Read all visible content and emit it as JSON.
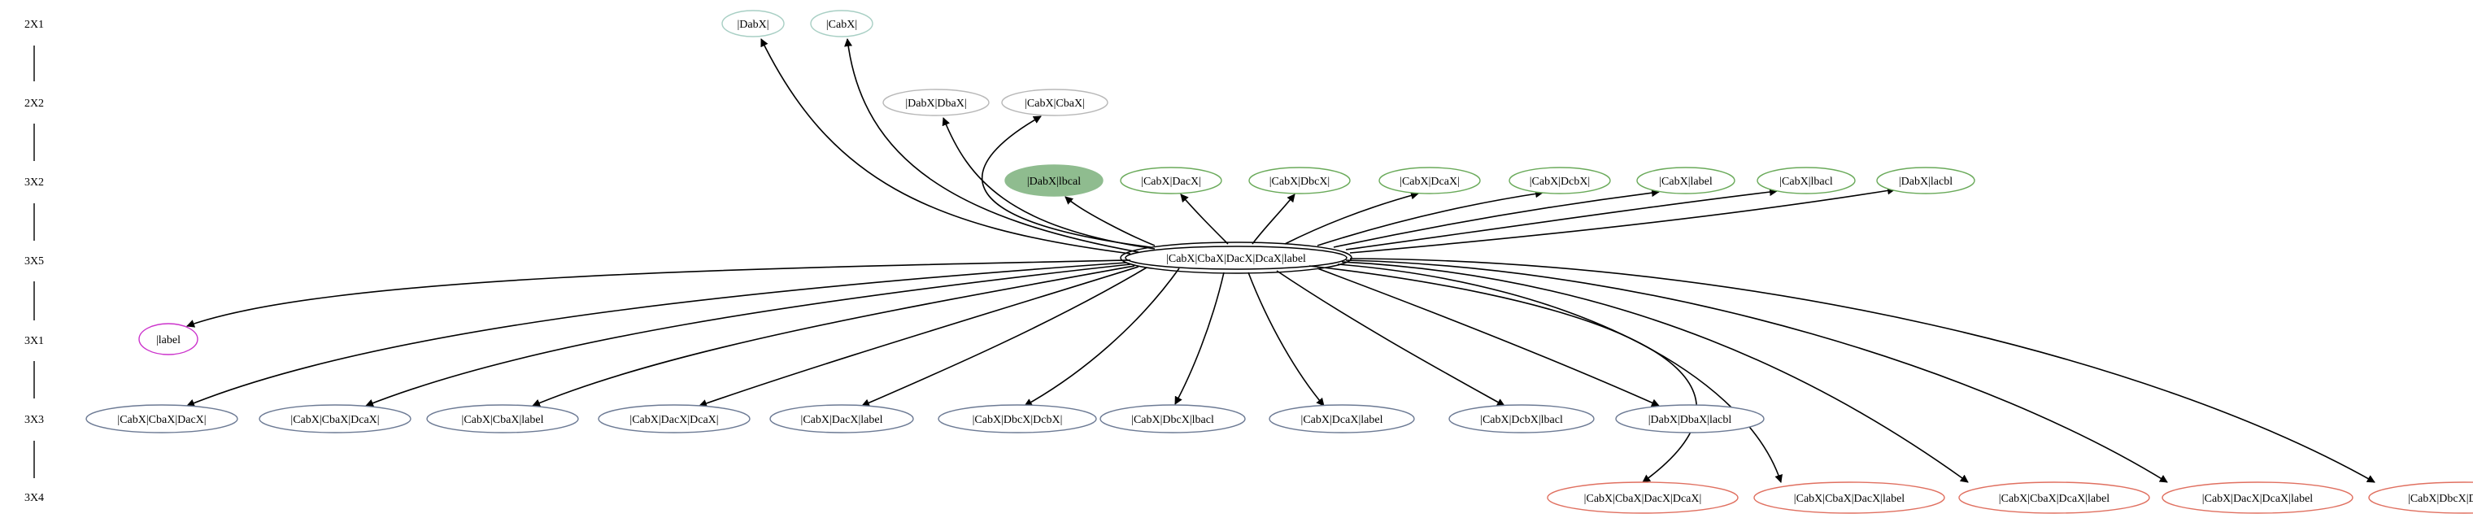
{
  "ranks": [
    {
      "id": "r1",
      "label": "2X1"
    },
    {
      "id": "r2",
      "label": "2X2"
    },
    {
      "id": "r3",
      "label": "3X2"
    },
    {
      "id": "r4",
      "label": "3X5"
    },
    {
      "id": "r5",
      "label": "3X1"
    },
    {
      "id": "r6",
      "label": "3X3"
    },
    {
      "id": "r7",
      "label": "3X4"
    }
  ],
  "center": {
    "label": "|CabX|CbaX|DacX|DcaX|label"
  },
  "nodes": [
    {
      "id": "n1",
      "label": "|DabX|",
      "stroke": "#a8cfc4",
      "fill": "none"
    },
    {
      "id": "n2",
      "label": "|CabX|",
      "stroke": "#a8cfc4",
      "fill": "none"
    },
    {
      "id": "n3",
      "label": "|DabX|DbaX|",
      "stroke": "#b8b8b8",
      "fill": "none"
    },
    {
      "id": "n4",
      "label": "|CabX|CbaX|",
      "stroke": "#b8b8b8",
      "fill": "none"
    },
    {
      "id": "n5",
      "label": "|DabX|lbcal",
      "stroke": "#8fbc8f",
      "fill": "#8fbc8f"
    },
    {
      "id": "n6",
      "label": "|CabX|DacX|",
      "stroke": "#6aaa5a",
      "fill": "none"
    },
    {
      "id": "n7",
      "label": "|CabX|DbcX|",
      "stroke": "#6aaa5a",
      "fill": "none"
    },
    {
      "id": "n8",
      "label": "|CabX|DcaX|",
      "stroke": "#6aaa5a",
      "fill": "none"
    },
    {
      "id": "n9",
      "label": "|CabX|DcbX|",
      "stroke": "#6aaa5a",
      "fill": "none"
    },
    {
      "id": "n10",
      "label": "|CabX|label",
      "stroke": "#6aaa5a",
      "fill": "none"
    },
    {
      "id": "n11",
      "label": "|CabX|lbacl",
      "stroke": "#6aaa5a",
      "fill": "none"
    },
    {
      "id": "n12",
      "label": "|DabX|lacbl",
      "stroke": "#6aaa5a",
      "fill": "none"
    },
    {
      "id": "n13",
      "label": "|label",
      "stroke": "#cc33cc",
      "fill": "none"
    },
    {
      "id": "n14",
      "label": "|CabX|CbaX|DacX|",
      "stroke": "#6c7a94",
      "fill": "none"
    },
    {
      "id": "n15",
      "label": "|CabX|CbaX|DcaX|",
      "stroke": "#6c7a94",
      "fill": "none"
    },
    {
      "id": "n16",
      "label": "|CabX|CbaX|label",
      "stroke": "#6c7a94",
      "fill": "none"
    },
    {
      "id": "n17",
      "label": "|CabX|DacX|DcaX|",
      "stroke": "#6c7a94",
      "fill": "none"
    },
    {
      "id": "n18",
      "label": "|CabX|DacX|label",
      "stroke": "#6c7a94",
      "fill": "none"
    },
    {
      "id": "n19",
      "label": "|CabX|DbcX|DcbX|",
      "stroke": "#6c7a94",
      "fill": "none"
    },
    {
      "id": "n20",
      "label": "|CabX|DbcX|lbacl",
      "stroke": "#6c7a94",
      "fill": "none"
    },
    {
      "id": "n21",
      "label": "|CabX|DcaX|label",
      "stroke": "#6c7a94",
      "fill": "none"
    },
    {
      "id": "n22",
      "label": "|CabX|DcbX|lbacl",
      "stroke": "#6c7a94",
      "fill": "none"
    },
    {
      "id": "n23",
      "label": "|DabX|DbaX|lacbl",
      "stroke": "#6c7a94",
      "fill": "none"
    },
    {
      "id": "n24",
      "label": "|CabX|CbaX|DacX|DcaX|",
      "stroke": "#e07060",
      "fill": "none"
    },
    {
      "id": "n25",
      "label": "|CabX|CbaX|DacX|label",
      "stroke": "#e07060",
      "fill": "none"
    },
    {
      "id": "n26",
      "label": "|CabX|CbaX|DcaX|label",
      "stroke": "#e07060",
      "fill": "none"
    },
    {
      "id": "n27",
      "label": "|CabX|DacX|DcaX|label",
      "stroke": "#e07060",
      "fill": "none"
    },
    {
      "id": "n28",
      "label": "|CabX|DbcX|DcbX|lbacl",
      "stroke": "#e07060",
      "fill": "none"
    }
  ]
}
